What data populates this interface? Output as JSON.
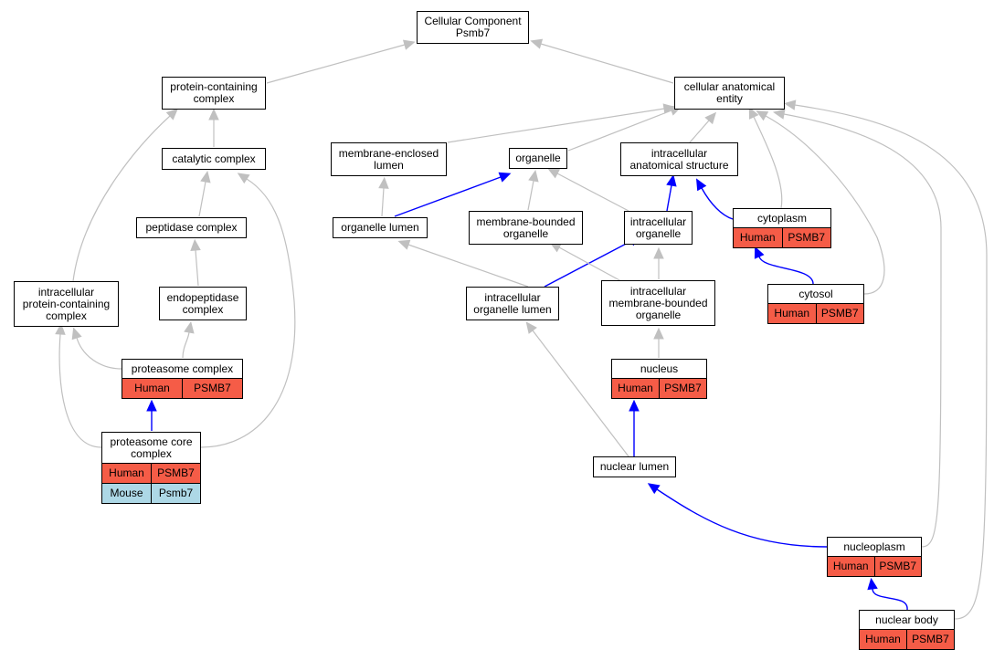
{
  "colors": {
    "is_a_edge": "#c0c0c0",
    "part_of_edge": "#0000ff",
    "human_row": "#f55c47",
    "mouse_row": "#add8e6",
    "node_border": "#000000"
  },
  "nodes": {
    "root": {
      "lines": [
        "Cellular Component",
        "Psmb7"
      ]
    },
    "pcc": {
      "lines": [
        "protein-containing",
        "complex"
      ]
    },
    "cae": {
      "lines": [
        "cellular anatomical",
        "entity"
      ]
    },
    "catalytic": {
      "lines": [
        "catalytic complex"
      ]
    },
    "mel": {
      "lines": [
        "membrane-enclosed",
        "lumen"
      ]
    },
    "organelle": {
      "lines": [
        "organelle"
      ]
    },
    "ias": {
      "lines": [
        "intracellular",
        "anatomical structure"
      ]
    },
    "peptidase": {
      "lines": [
        "peptidase complex"
      ]
    },
    "orglumen": {
      "lines": [
        "organelle lumen"
      ]
    },
    "mbo": {
      "lines": [
        "membrane-bounded",
        "organelle"
      ]
    },
    "intorg": {
      "lines": [
        "intracellular",
        "organelle"
      ]
    },
    "cytoplasm": {
      "lines": [
        "cytoplasm"
      ],
      "rows": [
        {
          "species": "Human",
          "gene": "PSMB7"
        }
      ]
    },
    "ipcc": {
      "lines": [
        "intracellular",
        "protein-containing",
        "complex"
      ]
    },
    "endopep": {
      "lines": [
        "endopeptidase",
        "complex"
      ]
    },
    "iol": {
      "lines": [
        "intracellular",
        "organelle lumen"
      ]
    },
    "imbo": {
      "lines": [
        "intracellular",
        "membrane-bounded",
        "organelle"
      ]
    },
    "cytosol": {
      "lines": [
        "cytosol"
      ],
      "rows": [
        {
          "species": "Human",
          "gene": "PSMB7"
        }
      ]
    },
    "proteasome": {
      "lines": [
        "proteasome complex"
      ],
      "rows": [
        {
          "species": "Human",
          "gene": "PSMB7"
        }
      ]
    },
    "nucleus": {
      "lines": [
        "nucleus"
      ],
      "rows": [
        {
          "species": "Human",
          "gene": "PSMB7"
        }
      ]
    },
    "core": {
      "lines": [
        "proteasome core",
        "complex"
      ],
      "rows": [
        {
          "species": "Human",
          "gene": "PSMB7"
        },
        {
          "species": "Mouse",
          "gene": "Psmb7"
        }
      ]
    },
    "nuclumen": {
      "lines": [
        "nuclear lumen"
      ]
    },
    "nucleoplasm": {
      "lines": [
        "nucleoplasm"
      ],
      "rows": [
        {
          "species": "Human",
          "gene": "PSMB7"
        }
      ]
    },
    "nucbody": {
      "lines": [
        "nuclear body"
      ],
      "rows": [
        {
          "species": "Human",
          "gene": "PSMB7"
        }
      ]
    }
  }
}
